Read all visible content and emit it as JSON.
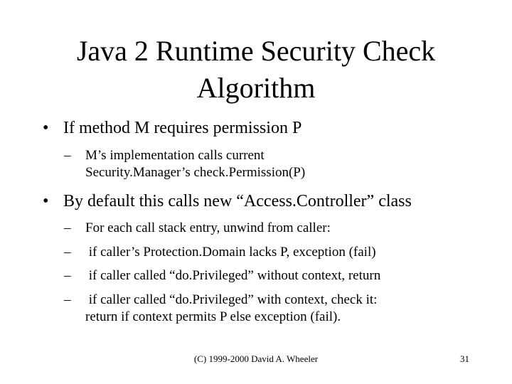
{
  "slide": {
    "title_lines": [
      "Java 2 Runtime Security Check",
      "Algorithm"
    ],
    "bullets": [
      {
        "mark": "•",
        "text": "If method M requires permission P",
        "subs": [
          {
            "mark": "–",
            "lines": [
              "M’s implementation calls current",
              "Security.Manager’s check.Permission(P)"
            ]
          }
        ]
      },
      {
        "mark": "•",
        "text": "By default this calls new “Access.Controller” class",
        "subs": [
          {
            "mark": "–",
            "lines": [
              "For each call stack entry, unwind from caller:"
            ]
          },
          {
            "mark": "–",
            "lines": [
              " if caller’s Protection.Domain lacks P, exception (fail)"
            ]
          },
          {
            "mark": "–",
            "lines": [
              " if caller called “do.Privileged” without context, return"
            ]
          },
          {
            "mark": "–",
            "lines": [
              " if caller called “do.Privileged” with context, check it:",
              "return if context permits P else exception (fail)."
            ]
          }
        ]
      }
    ],
    "footer": "(C) 1999-2000 David A. Wheeler",
    "page_number": "31"
  }
}
